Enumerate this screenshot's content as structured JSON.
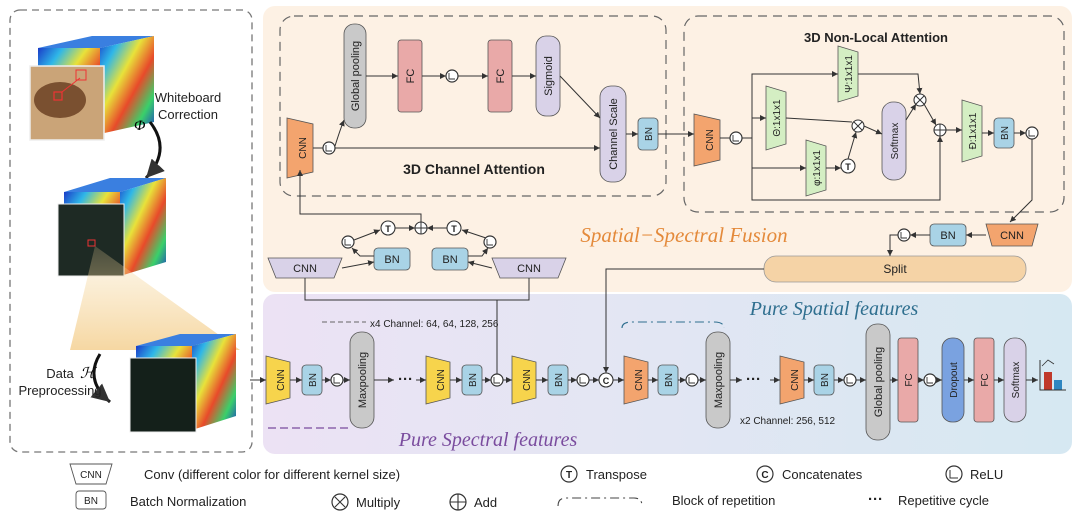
{
  "left_panel": {
    "whiteboard_correction": [
      "Whiteboard",
      "Correction"
    ],
    "phi_symbol": "Φ",
    "h_symbol": "ℋ",
    "data_preprocessing": [
      "Data",
      "Preprocessing"
    ]
  },
  "channel_attention": {
    "title": "3D Channel Attention",
    "global_pooling": "Global pooling",
    "fc": "FC",
    "sigmoid": "Sigmoid",
    "channel_scale": "Channel Scale"
  },
  "nonlocal_attention": {
    "title": "3D Non-Local Attention",
    "theta": "Θ:1x1x1",
    "phi": "φ:1x1x1",
    "psi": "Ψ:1x1x1",
    "softmax": "Softmax",
    "d": "Ð:1x1x1"
  },
  "fusion": {
    "title": "Spatial−Spectral Fusion",
    "split": "Split"
  },
  "pure_spatial": {
    "title": "Pure Spatial features",
    "channels": "x2 Channel: 256, 512",
    "global_pooling": "Global pooling",
    "fc": "FC",
    "dropout": "Dropout",
    "softmax": "Softmax"
  },
  "pure_spectral": {
    "title": "Pure Spectral features",
    "channels": "x4 Channel: 64, 64, 128, 256",
    "maxpooling": "Maxpooling"
  },
  "labels": {
    "cnn": "CNN",
    "bn": "BN",
    "transpose_symbol": "T",
    "concat_symbol": "C",
    "dots": "···"
  },
  "legend": {
    "cnn_symbol": "CNN",
    "cnn_text": "Conv (different color for different kernel size)",
    "bn_symbol": "BN",
    "bn_text": "Batch Normalization",
    "transpose_text": "Transpose",
    "concat_text": "Concatenates",
    "relu_text": "ReLU",
    "multiply_text": "Multiply",
    "add_text": "Add",
    "repetition_text": "Block of repetition",
    "cycle_symbol": "···",
    "cycle_text": "Repetitive cycle"
  },
  "colors": {
    "cnn_yellow": "#f7d44c",
    "cnn_orange": "#f3a46e",
    "bn_blue": "#a9d3e6",
    "fc_red": "#e9a9a8",
    "gray_block": "#c9c9c9",
    "purple_block": "#d9d2e8",
    "green_block": "#d4eec3",
    "fusion_bg": "#fdf1e4",
    "spatial_bg": "#dbe9f3",
    "spectral_bg": "#e9e0f0",
    "fusion_title": "#e48a3b",
    "spatial_title": "#2f6f8f",
    "spectral_title": "#7a4c9e"
  }
}
